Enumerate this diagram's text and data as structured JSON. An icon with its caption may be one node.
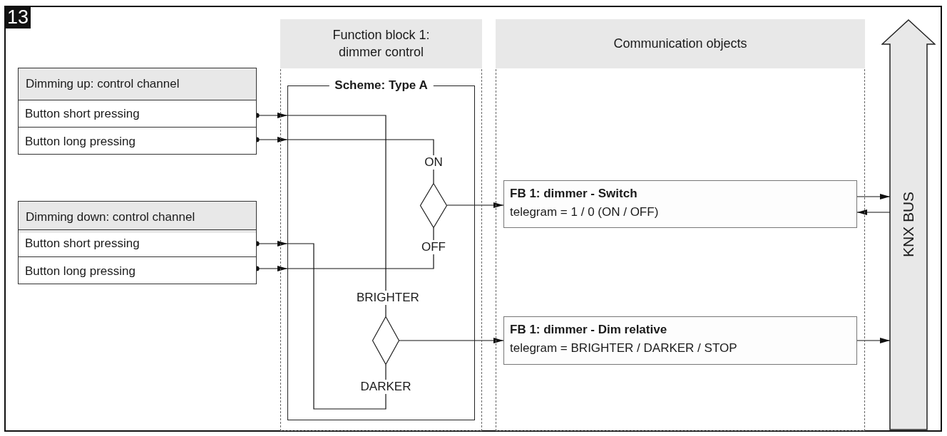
{
  "diagram": {
    "nodes": [
      {
        "text": [
          "Dimming up: control channel"
        ]
      },
      {
        "text": [
          "Button short pressing"
        ],
        "in": 0
      },
      {
        "text": [
          "Button long pressing"
        ],
        "in": 0
      },
      {
        "text": [
          "Dimming down: control channel"
        ]
      },
      {
        "text": [
          "Button short pressing"
        ],
        "in": 3
      },
      {
        "text": [
          "Button long pressing"
        ],
        "in": 3
      },
      {
        "text": [
          "Function block 1: dimmer control"
        ]
      },
      {
        "text": [
          "Scheme: Type A"
        ],
        "in": 6
      },
      {
        "text": [
          "ON"
        ],
        "in": 7
      },
      {
        "text": [],
        "shape": "diamond",
        "in": 7
      },
      {
        "text": [
          "OFF"
        ],
        "in": 7
      },
      {
        "text": [
          "BRIGHTER"
        ],
        "in": 7
      },
      {
        "text": [],
        "shape": "diamond",
        "in": 7
      },
      {
        "text": [
          "DARKER"
        ],
        "in": 7
      },
      {
        "text": [
          "Communication objects"
        ]
      },
      {
        "text": [
          "FB 1: dimmer - Switch",
          "telegram = 1 / 0 (ON / OFF)"
        ],
        "in": 14
      },
      {
        "text": [
          "FB 1: dimmer - Dim relative",
          "telegram = BRIGHTER / DARKER / STOP"
        ],
        "in": 14
      },
      {
        "text": [
          "KNX BUS"
        ]
      }
    ],
    "edges": [
      {
        "from": 1,
        "to": 7,
        "arrow": "to"
      },
      {
        "from": 2,
        "to": 7,
        "arrow": "to"
      },
      {
        "from": 4,
        "to": 7,
        "arrow": "to"
      },
      {
        "from": 5,
        "to": 7,
        "arrow": "to"
      },
      {
        "from": 7,
        "to": 8,
        "arrow": "none"
      },
      {
        "from": 8,
        "to": 9,
        "arrow": "none"
      },
      {
        "from": 9,
        "to": 10,
        "arrow": "none"
      },
      {
        "from": 7,
        "to": 10,
        "arrow": "none"
      },
      {
        "from": 7,
        "to": 11,
        "arrow": "none"
      },
      {
        "from": 11,
        "to": 12,
        "arrow": "none"
      },
      {
        "from": 12,
        "to": 13,
        "arrow": "none"
      },
      {
        "from": 7,
        "to": 13,
        "arrow": "none"
      },
      {
        "from": 9,
        "to": 15,
        "arrow": "to"
      },
      {
        "from": 12,
        "to": 16,
        "arrow": "to"
      },
      {
        "from": 15,
        "to": 17,
        "arrow": "to"
      },
      {
        "from": 17,
        "to": 15,
        "arrow": "to"
      },
      {
        "from": 16,
        "to": 17,
        "arrow": "to"
      }
    ],
    "labels": [
      "13"
    ]
  }
}
